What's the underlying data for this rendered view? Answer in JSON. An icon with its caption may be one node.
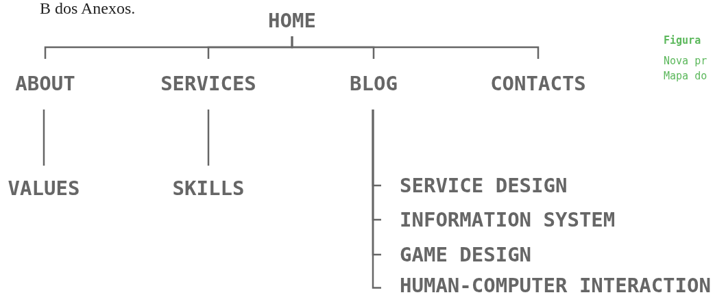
{
  "diagram": {
    "nodes": [
      {
        "text": [
          "HOME"
        ]
      },
      {
        "text": [
          "ABOUT"
        ]
      },
      {
        "text": [
          "SERVICES"
        ]
      },
      {
        "text": [
          "BLOG"
        ]
      },
      {
        "text": [
          "CONTACTS"
        ]
      },
      {
        "text": [
          "VALUES"
        ]
      },
      {
        "text": [
          "SKILLS"
        ]
      },
      {
        "text": [
          "SERVICE DESIGN"
        ]
      },
      {
        "text": [
          "INFORMATION SYSTEM"
        ]
      },
      {
        "text": [
          "GAME DESIGN"
        ]
      },
      {
        "text": [
          "HUMAN-COMPUTER INTERACTION"
        ]
      }
    ],
    "edges": [
      {
        "from": 0,
        "to": 1,
        "arrow": "none"
      },
      {
        "from": 0,
        "to": 2,
        "arrow": "none"
      },
      {
        "from": 0,
        "to": 3,
        "arrow": "none"
      },
      {
        "from": 0,
        "to": 4,
        "arrow": "none"
      },
      {
        "from": 1,
        "to": 5,
        "arrow": "none"
      },
      {
        "from": 2,
        "to": 6,
        "arrow": "none"
      },
      {
        "from": 3,
        "to": 7,
        "arrow": "none"
      },
      {
        "from": 3,
        "to": 8,
        "arrow": "none"
      },
      {
        "from": 3,
        "to": 9,
        "arrow": "none"
      },
      {
        "from": 3,
        "to": 10,
        "arrow": "none"
      }
    ],
    "labels": [
      "B dos Anexos.",
      "Figura",
      "Nova pr",
      "Mapa do"
    ]
  }
}
